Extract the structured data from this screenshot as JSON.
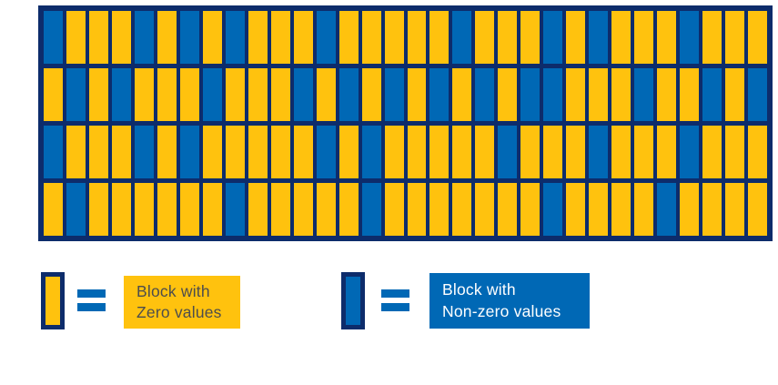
{
  "colors": {
    "yellow": "#FFC20E",
    "blue": "#0068B5",
    "navy": "#0D2C6B",
    "text_gray": "#4D4D4D",
    "text_white": "#FFFFFF",
    "background": "#FFFFFF"
  },
  "chart_data": {
    "type": "heatmap",
    "description": "Sparsity pattern of a blocked matrix: 4 rows of 32 vertical blocks; Y = block with zero values (yellow), N = block with non-zero values (blue)",
    "rows": [
      "NYYYNYNYNYYYNYYYYYNYYYNYNYYYNYYY",
      "YNYNYYYNYYYNYNYNYNYNYNNYYYNYYNYN",
      "NYYYNYNYYYYYNYNYYYYYNYYYNYYYNYYY",
      "YNYYYYYYNYYYYYNYYYYYYYNYYYYNYYYY"
    ],
    "legend_key": {
      "Y": "zero",
      "N": "nonzero"
    },
    "grid_rows": 4,
    "grid_cols": 32
  },
  "legend": {
    "zero": {
      "line1": "Block with",
      "line2": "Zero values"
    },
    "nonzero": {
      "line1": "Block with",
      "line2": "Non-zero values"
    }
  }
}
